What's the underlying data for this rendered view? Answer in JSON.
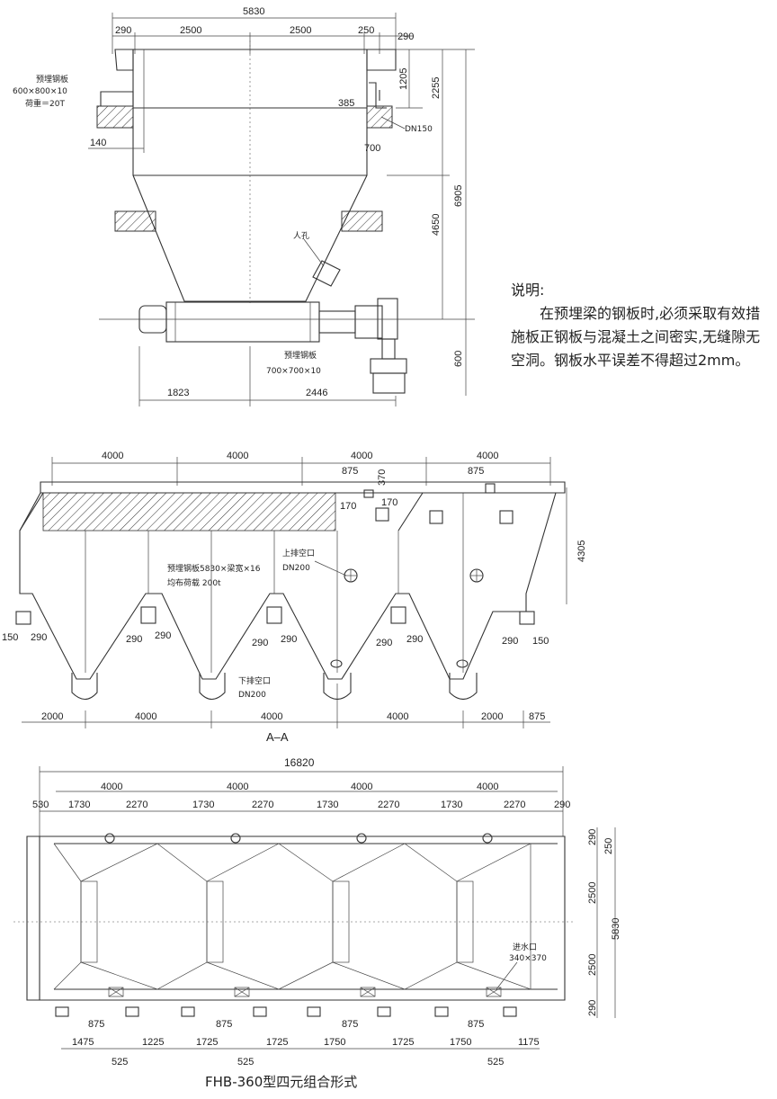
{
  "top_view": {
    "dims_top": [
      "5830",
      "290",
      "2500",
      "2500",
      "250",
      "290"
    ],
    "dims_right": [
      "1205",
      "2255",
      "6905",
      "4650",
      "600"
    ],
    "dims_bottom": [
      "1823",
      "2446"
    ],
    "dim_140": "140",
    "dim_385": "385",
    "dim_700": "700",
    "embed_plate_1": [
      "预埋钢板",
      "600×800×10",
      "荷重＝20T"
    ],
    "dn150": "DN150",
    "manhole": "人孔",
    "embed_plate_2": [
      "预埋钢板",
      "700×700×10"
    ]
  },
  "notes": {
    "title": "说明:",
    "body": "在预埋梁的钢板时,必须采取有效措施板正钢板与混凝土之间密实,无缝隙无空洞。钢板水平误差不得超过2mm。"
  },
  "section_aa": {
    "dims_top": [
      "4000",
      "4000",
      "4000",
      "4000"
    ],
    "dims_small": [
      "875",
      "370",
      "170",
      "170",
      "875"
    ],
    "dim_right": "4305",
    "dims_support": [
      "150",
      "290",
      "290",
      "290",
      "290",
      "290",
      "290",
      "290",
      "290",
      "150"
    ],
    "dims_bottom": [
      "2000",
      "4000",
      "4000",
      "4000",
      "2000",
      "875"
    ],
    "upper_outlet": [
      "上排空口",
      "DN200"
    ],
    "plate_note": [
      "预埋钢板5830×梁宽×16",
      "均布荷载 200t"
    ],
    "lower_outlet": [
      "下排空口",
      "DN200"
    ],
    "label": "A–A"
  },
  "plan_view": {
    "total": "16820",
    "dims_top": [
      "4000",
      "4000",
      "4000",
      "4000"
    ],
    "dims_sub": [
      "530",
      "1730",
      "2270",
      "1730",
      "2270",
      "1730",
      "2270",
      "1730",
      "2270",
      "290"
    ],
    "dims_right": [
      "290",
      "250",
      "2500",
      "5830",
      "2500",
      "290"
    ],
    "inlet": [
      "进水口",
      "340×370"
    ],
    "dims_875": [
      "875",
      "875",
      "875",
      "875"
    ],
    "dims_bottom": [
      "1475",
      "1225",
      "1725",
      "1725",
      "1750",
      "1725",
      "1750",
      "1175"
    ],
    "dims_525": [
      "525",
      "525",
      "525"
    ]
  },
  "caption": "FHB-360型四元组合形式"
}
